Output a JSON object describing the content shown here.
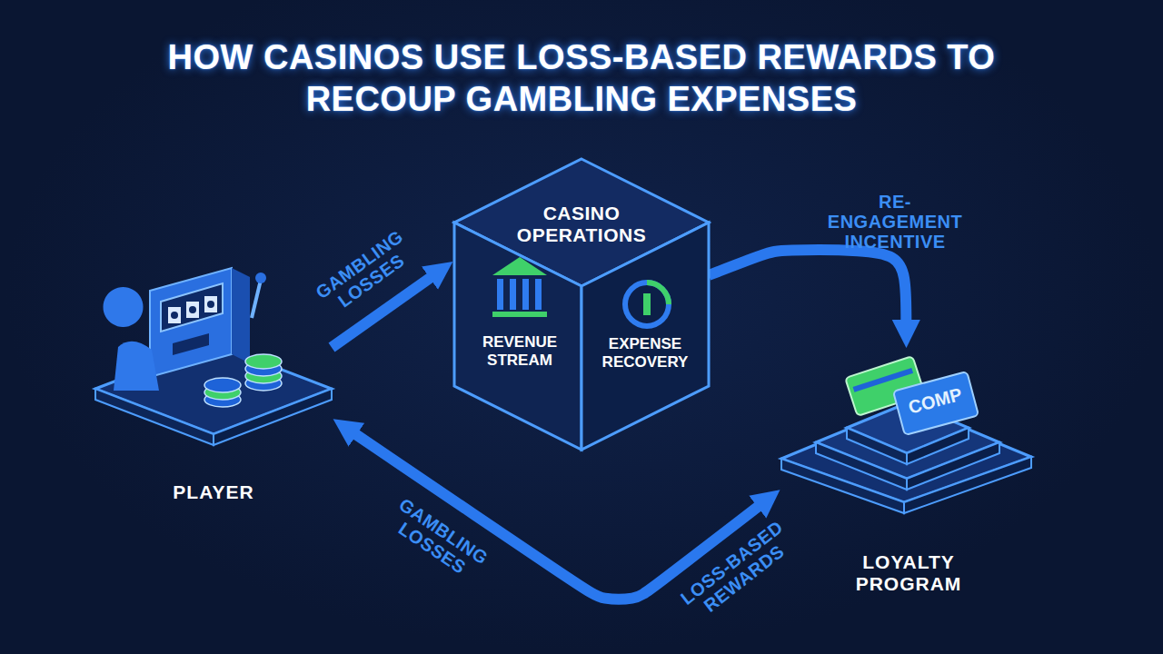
{
  "diagram": {
    "title": "HOW CASINOS USE LOSS-BASED REWARDS TO RECOUP GAMBLING EXPENSES",
    "nodes": [
      {
        "text": [
          "PLAYER"
        ]
      },
      {
        "text": [
          "CASINO OPERATIONS"
        ]
      },
      {
        "text": [
          "REVENUE STREAM"
        ],
        "in": 1
      },
      {
        "text": [
          "EXPENSE RECOVERY"
        ],
        "in": 1
      },
      {
        "text": [
          "LOYALTY PROGRAM"
        ]
      },
      {
        "text": [
          "COMP"
        ],
        "in": 4
      }
    ],
    "edges": [
      {
        "from": 0,
        "to": 1,
        "label": "GAMBLING LOSSES",
        "arrow": "to"
      },
      {
        "from": 1,
        "to": 4,
        "label": "RE-ENGAGEMENT INCENTIVE",
        "arrow": "to"
      },
      {
        "from": 4,
        "to": 0,
        "label": "LOSS-BASED REWARDS",
        "arrow": "both"
      }
    ],
    "labels": [
      "GAMBLING LOSSES"
    ]
  }
}
